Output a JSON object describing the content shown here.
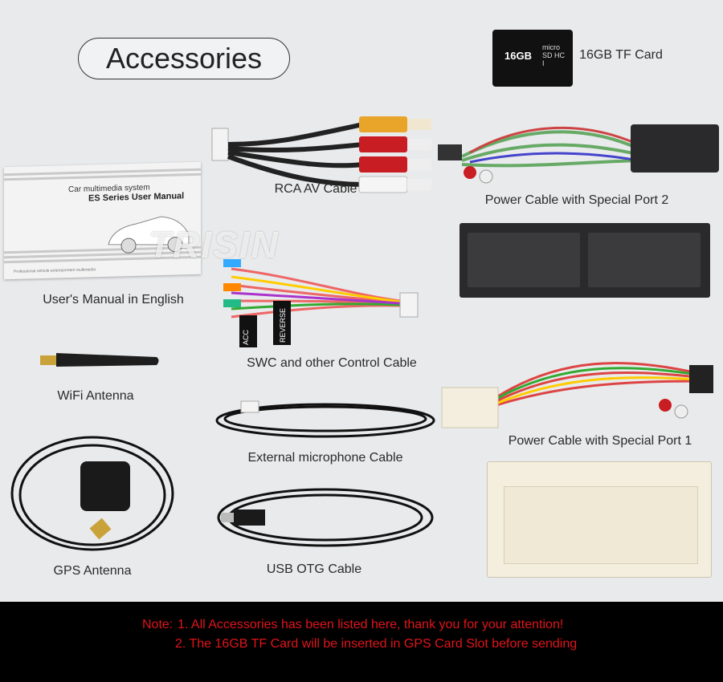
{
  "title": "Accessories",
  "watermark": "TRISIN",
  "tf_card": {
    "capacity": "16GB",
    "logo": "micro SD HC I",
    "label": "16GB TF Card"
  },
  "manual": {
    "line1": "Car multimedia system",
    "line2": "ES Series User Manual",
    "footer": "Professional vehicle entertainment multimedia",
    "label": "User's Manual in English"
  },
  "items": {
    "rca": "RCA AV Cable",
    "power2": "Power Cable with Special Port 2",
    "swc": "SWC and other Control Cable",
    "wifi": "WiFi Antenna",
    "mic": "External microphone Cable",
    "power1": "Power Cable with Special Port 1",
    "gps": "GPS Antenna",
    "usb": "USB OTG Cable"
  },
  "tags": {
    "acc": "ACC",
    "reverse": "REVERSE"
  },
  "note": {
    "prefix": "Note:",
    "line1": "1. All Accessories has been listed here, thank you for your attention!",
    "line2": "2. The 16GB TF Card will be inserted in GPS Card Slot before sending"
  },
  "colors": {
    "background": "#e9eaec",
    "note_bar": "#000000",
    "note_text": "#e0141a"
  }
}
